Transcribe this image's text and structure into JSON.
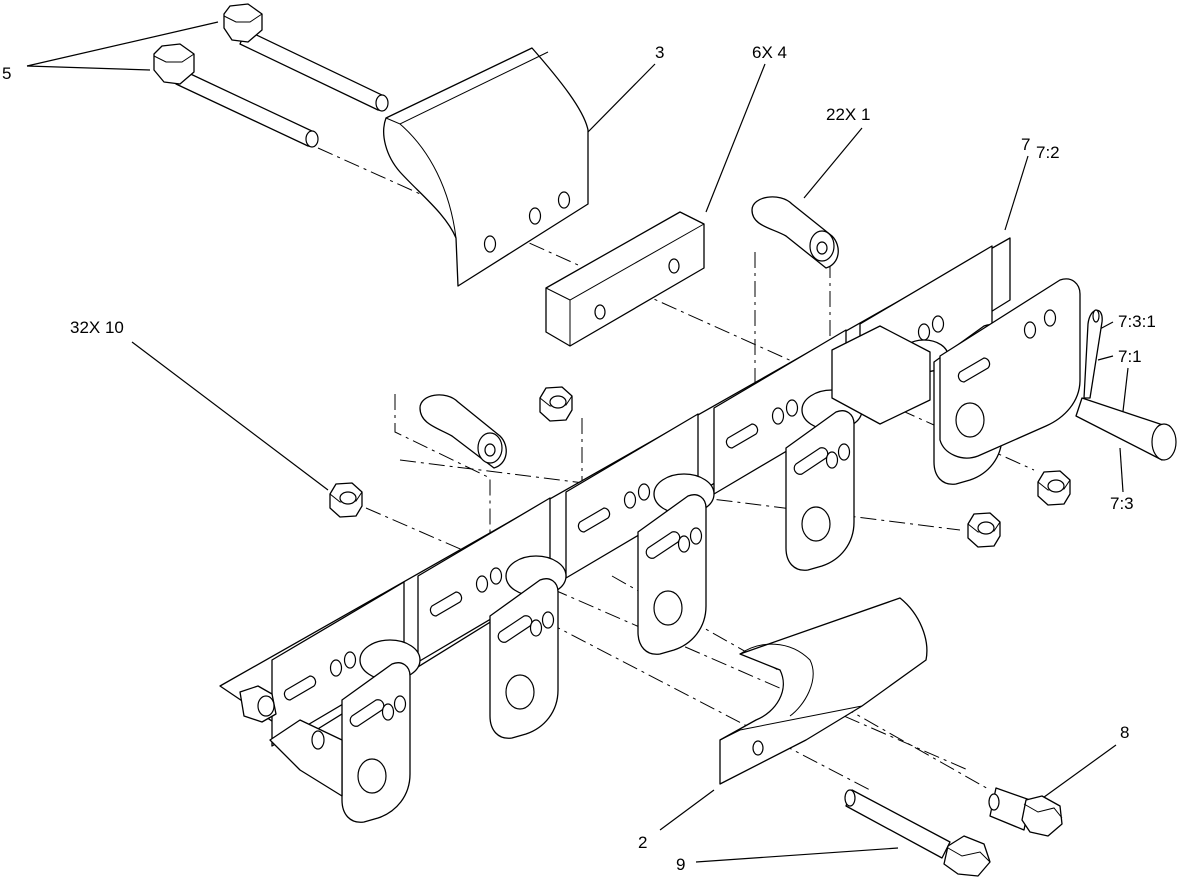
{
  "callouts": {
    "c5": "5",
    "c3": "3",
    "c6x4": "6X 4",
    "c22x1": "22X 1",
    "c7": "7",
    "c7_2": "7:2",
    "c7_3_1": "7:3:1",
    "c7_1": "7:1",
    "c7_3": "7:3",
    "c32x10": "32X 10",
    "c8": "8",
    "c2": "2",
    "c9": "9"
  }
}
